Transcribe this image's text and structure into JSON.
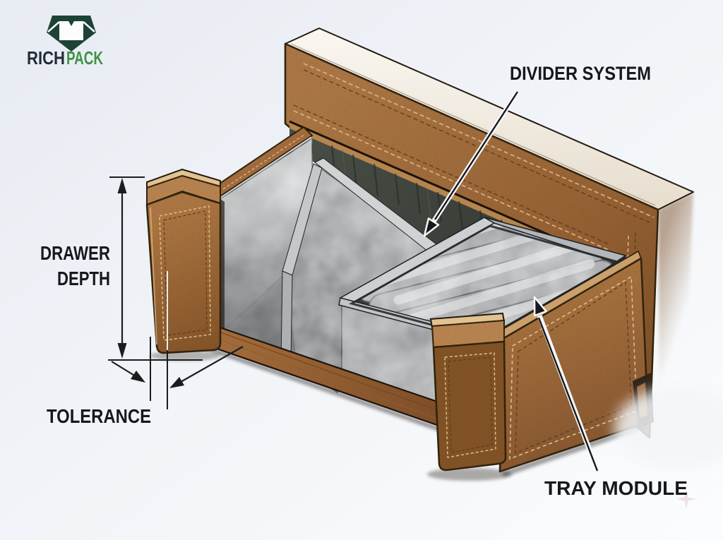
{
  "page": {
    "background": "#eef1f6",
    "figure_type": "technical-illustration",
    "subject": "Leather watch box drawer cutaway with divider and tray"
  },
  "logo": {
    "icon": "diamond-gem-icon",
    "brand_first": "RICH",
    "brand_second": "PACK",
    "brand_first_color": "#222b36",
    "brand_second_color": "#3f9347",
    "icon_color": "#1d4336"
  },
  "labels": {
    "divider_system": "DIVIDER SYSTEM",
    "drawer_depth_line1": "DRAWER",
    "drawer_depth_line2": "DEPTH",
    "tolerance": "TOLERANCE",
    "tray_module": "TRAY MODULE"
  },
  "annotations": [
    {
      "label": "DIVIDER SYSTEM",
      "points_to": "felt divider panel inside drawer"
    },
    {
      "label": "DRAWER DEPTH",
      "points_to": "vertical dimension of drawer front"
    },
    {
      "label": "TOLERANCE",
      "points_to": "clearance gap at drawer front edge"
    },
    {
      "label": "TRAY MODULE",
      "points_to": "removable felt tray with cushion rolls"
    }
  ],
  "palette": {
    "background": "#eef1f6",
    "leather_mid": "#a9713f",
    "leather_dark": "#7e5026",
    "leather_light": "#c79a6b",
    "stitch_tan": "#dcb183",
    "felt_light": "#b8bbbd",
    "felt_mid": "#8e9194",
    "felt_dark": "#4e5153",
    "wood_dark": "#3f443f",
    "line_black": "#1c1c1c"
  },
  "parts_shown": {
    "roll_count": "5",
    "compartments": "2"
  }
}
